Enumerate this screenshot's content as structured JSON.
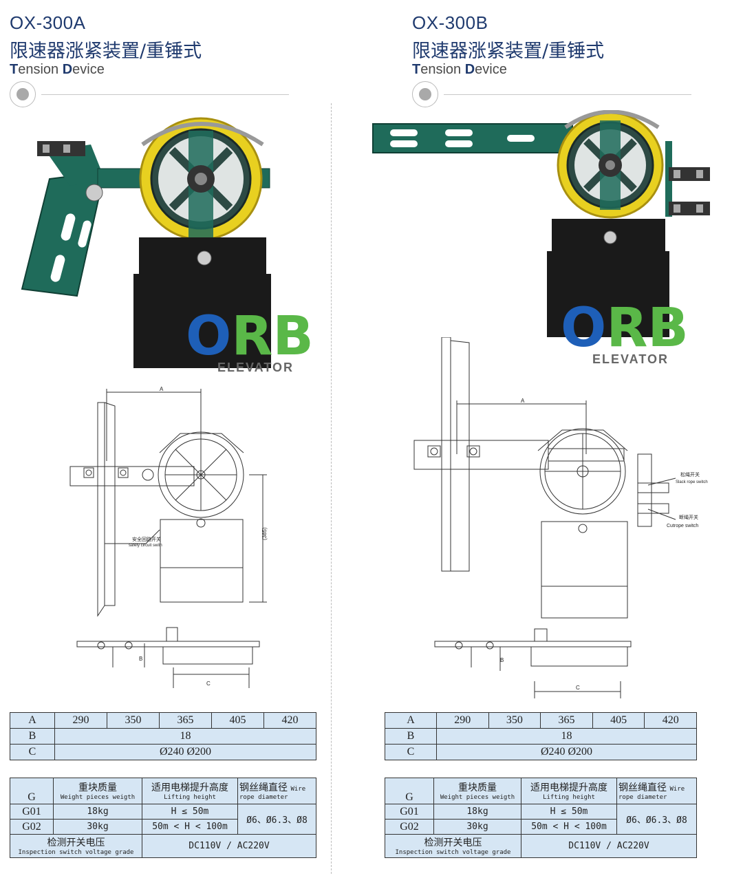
{
  "left": {
    "model": "OX-300A",
    "title_cn": "限速器涨紧装置/重锤式",
    "title_en_t": "T",
    "title_en_ension": "ension ",
    "title_en_d": "D",
    "title_en_evice": "evice",
    "drawing_labels": {
      "a": "A",
      "b": "B",
      "c": "C",
      "dim385": "(385)",
      "safety_cn": "安全回路开关",
      "safety_en": "safety circuit swith"
    }
  },
  "right": {
    "model": "OX-300B",
    "title_cn": "限速器涨紧装置/重锤式",
    "title_en_t": "T",
    "title_en_ension": "ension ",
    "title_en_d": "D",
    "title_en_evice": "evice",
    "drawing_labels": {
      "a": "A",
      "b": "B",
      "c": "C",
      "slack_cn": "松绳开关",
      "slack_en": "Slack rope switch",
      "cut_cn": "断绳开关",
      "cut_en": "Cutrope switch"
    }
  },
  "logo": {
    "o": "O",
    "rb": "RB",
    "sub": "ELEVATOR"
  },
  "dim_table": {
    "rows": [
      {
        "label": "A",
        "values": [
          "290",
          "350",
          "365",
          "405",
          "420"
        ]
      },
      {
        "label": "B",
        "value": "18"
      },
      {
        "label": "C",
        "value": "Ø240   Ø200"
      }
    ]
  },
  "spec_table": {
    "col_g": "G",
    "col_weight_cn": "重块质量",
    "col_weight_en": "Weight pieces weigth",
    "col_height_cn": "适用电梯提升高度",
    "col_height_en": "Lifting height",
    "col_rope_cn": "钢丝绳直径",
    "col_rope_en1": "Wire",
    "col_rope_en2": "rope diameter",
    "rows": [
      {
        "g": "G01",
        "weight": "18kg",
        "height": "H ≤ 50m"
      },
      {
        "g": "G02",
        "weight": "30kg",
        "height": "50m < H < 100m"
      }
    ],
    "rope_value": "Ø6、Ø6.3、Ø8",
    "voltage_cn": "检测开关电压",
    "voltage_en": "Inspection switch voltage grade",
    "voltage_value": "DC110V / AC220V"
  },
  "colors": {
    "title": "#1f3a6e",
    "bracket_green": "#1f6b5a",
    "wheel_yellow": "#e8d020",
    "weight_black": "#1a1a1a",
    "table_blue": "#d6e6f4",
    "logo_blue": "#1e5fb8",
    "logo_green": "#5ab848"
  }
}
